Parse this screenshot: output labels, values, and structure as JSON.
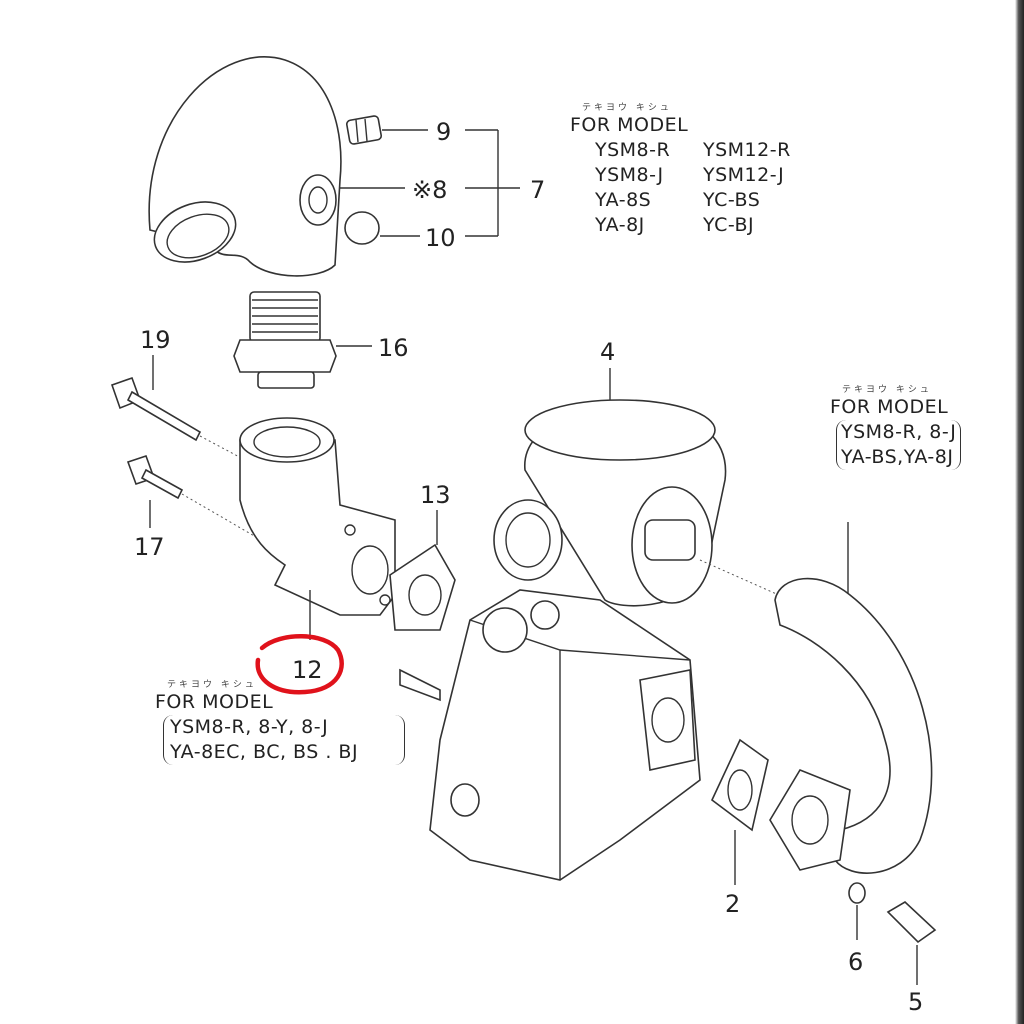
{
  "callouts": {
    "c9": "9",
    "c8": "※8",
    "c10": "10",
    "c7": "7",
    "c16": "16",
    "c19": "19",
    "c4": "4",
    "c17": "17",
    "c13": "13",
    "c12": "12",
    "c2": "2",
    "c6": "6",
    "c5": "5"
  },
  "notes": {
    "top": {
      "kana": "テキヨウ キシュ",
      "heading": "FOR MODEL",
      "models": [
        [
          "YSM8-R",
          "YSM12-R"
        ],
        [
          "YSM8-J",
          "YSM12-J"
        ],
        [
          "YA-8S",
          "YC-BS"
        ],
        [
          "YA-8J",
          "YC-BJ"
        ]
      ]
    },
    "right": {
      "kana": "テキヨウ キシュ",
      "heading": "FOR MODEL",
      "lines": [
        "YSM8-R, 8-J",
        "YA-BS,YA-8J"
      ]
    },
    "left": {
      "kana": "テキヨウ キシュ",
      "heading": "FOR MODEL",
      "lines": [
        "YSM8-R, 8-Y, 8-J",
        "YA-8EC, BC, BS . BJ"
      ]
    }
  },
  "highlight_color": "#e0121b"
}
